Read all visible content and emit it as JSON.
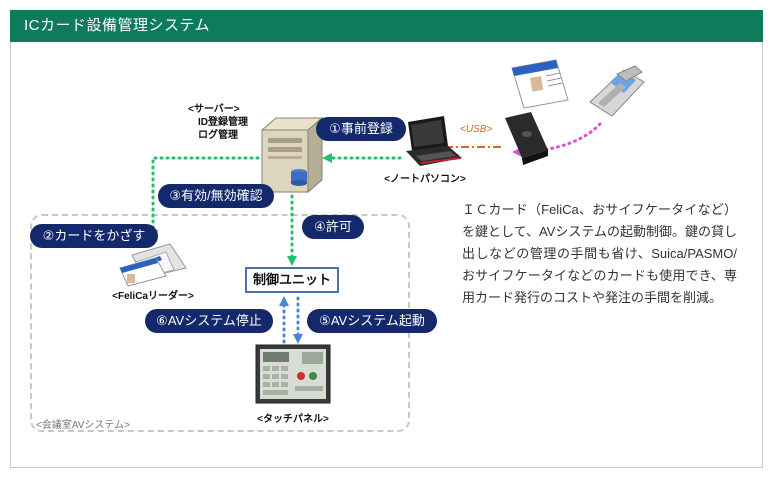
{
  "header": {
    "title": "ICカード設備管理システム"
  },
  "server": {
    "label": "<サーバー>",
    "lines": [
      "ID登録管理",
      "ログ管理"
    ]
  },
  "steps": {
    "register": "①事前登録",
    "hold_card": "②カードをかざす",
    "validity_check": "③有効/無効確認",
    "permit": "④許可",
    "av_start": "⑤AVシステム起動",
    "av_stop": "⑥AVシステム停止"
  },
  "devices": {
    "notebook": "<ノートパソコン>",
    "usb": "<USB>",
    "felica_reader": "<FeliCaリーダー>",
    "control_unit": "制御ユニット",
    "touch_panel": "<タッチパネル>"
  },
  "system_area": {
    "label": "<会議室AVシステム>"
  },
  "description": "ＩＣカード（FeliCa、おサイフケータイなど）を鍵として、AVシステムの起動制御。鍵の貸し出しなどの管理の手間も省け、Suica/PASMO/おサイフケータイなどのカードも使用でき、専用カード発行のコストや発注の手間を削減。",
  "colors": {
    "header": "#0e7b5a",
    "step_pill": "#13296b",
    "green_dots": "#22c06a",
    "blue_dots": "#4a86d8",
    "pink_dots": "#dd4fd0",
    "usb_line": "#e06030"
  }
}
